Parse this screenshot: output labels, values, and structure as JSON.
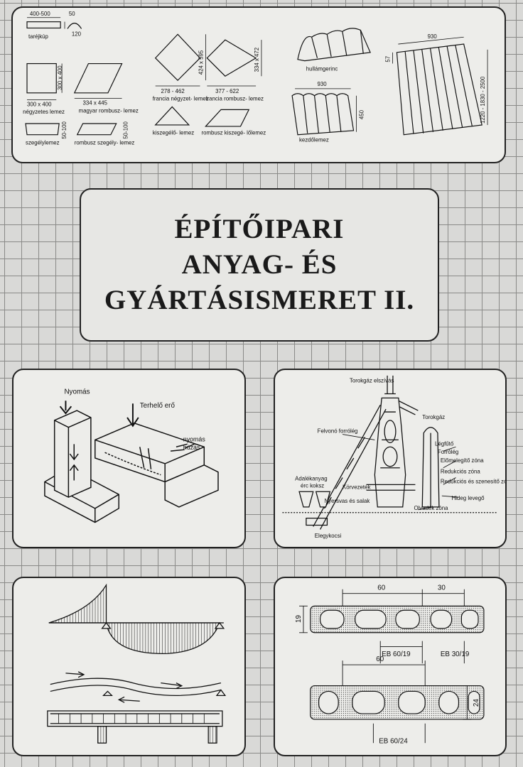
{
  "title": {
    "line1": "ÉPÍTŐIPARI",
    "line2": "ANYAG- ÉS",
    "line3": "GYÁRTÁSISMERET II."
  },
  "roofing_panel": {
    "labels": {
      "tarejkup_dim": "400-500",
      "tarejkup_h": "50",
      "tarejkup_w": "120",
      "tarejkup": "taréjkúp",
      "negyzetes_dim": "300 x 400",
      "negyzetes_side": "300 x 400",
      "negyzetes": "négyzetes lemez",
      "magyar_dim": "334 x 445",
      "magyar": "magyar rombusz- lemez",
      "szegely": "szegélylemez",
      "szegely_h": "50-100",
      "rombusz_szegely": "rombusz szegély- lemez",
      "rombusz_szegely_h": "50-100",
      "francia_negyzet_dim": "278 - 462",
      "francia_negyzet_side": "424 x 595",
      "francia_negyzet": "francia négyzet- lemez",
      "francia_rombusz_dim": "377 - 622",
      "francia_rombusz_side": "334 x 472",
      "francia_rombusz": "francia rombusz- lemez",
      "kiszegelo": "kiszegélő- lemez",
      "rombusz_kiszegelo": "rombusz kiszegé- lőlemez",
      "hullamgerinc": "hullámgerinc",
      "kezdo_w": "930",
      "kezdo_h": "450",
      "kezdolemez": "kezdőlemez",
      "hullam_w": "930",
      "hullam_side": "57",
      "hullam_len": "1220 - 1830 - 2500"
    }
  },
  "stress_panel": {
    "nyomas": "Nyomás",
    "terhelo_ero": "Terhelő erő",
    "nyomas2": "nyomás",
    "huzas": "húzás"
  },
  "furnace_panel": {
    "torokgaz_elszivas": "Torokgáz elszívás",
    "torokgaz": "Torokgáz",
    "felvono_forrolég": "Felvonó forrólég",
    "legfuto": "Légfűtő",
    "forrolég": "Forrólég",
    "elomelegito": "Előmelegítő zóna",
    "redukcios": "Redukciós zóna",
    "redukcios_szenesito": "Redukciós és szenesítő zóna",
    "adalekanyag": "Adalékanyag",
    "erc_koksz": "érc koksz",
    "korvezetek": "Körvezeték",
    "nyersvas_salak": "Nyersvas és salak",
    "hideg_levego": "Hideg levegő",
    "olvadek_zona": "Olvadék zóna",
    "elegykocsi": "Elegykocsi"
  },
  "slab_panel": {
    "dim60a": "60",
    "dim30": "30",
    "dim19": "19",
    "eb60_19": "EB 60/19",
    "eb30_19": "EB 30/19",
    "dim60b": "60",
    "dim24": "24",
    "eb60_24": "EB 60/24"
  }
}
